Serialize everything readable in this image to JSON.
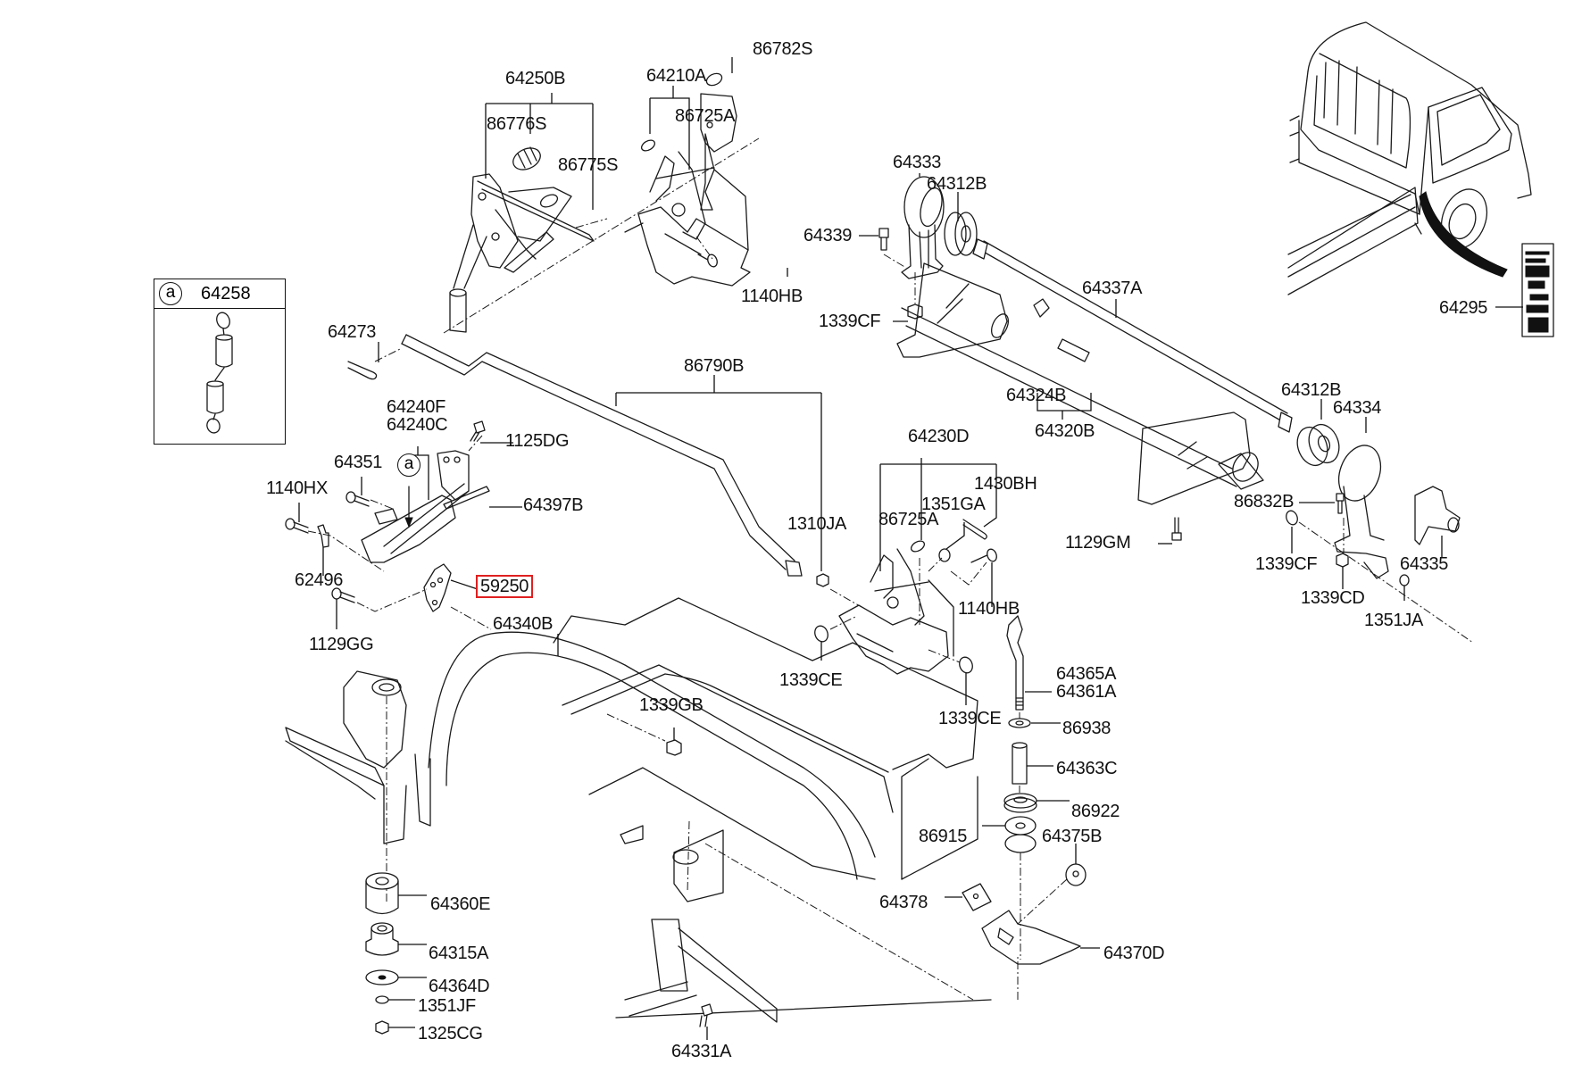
{
  "diagram": {
    "title": "Rear axle / tailgate hinge parts diagram",
    "highlight_color": "#e02020",
    "line_color": "#111111",
    "background": "#ffffff",
    "highlighted_part": "59250",
    "inset": {
      "marker": "a",
      "part_number": "64258"
    },
    "callout_marker": "a",
    "labels": {
      "p64250B": "64250B",
      "p64210A": "64210A",
      "p86782S": "86782S",
      "p86776S": "86776S",
      "p86725A_top": "86725A",
      "p86775S": "86775S",
      "p1140HB_top": "1140HB",
      "p64333": "64333",
      "p64312B_top": "64312B",
      "p64339": "64339",
      "p1339CF_top": "1339CF",
      "p64337A": "64337A",
      "p64295": "64295",
      "p64273": "64273",
      "p86790B": "86790B",
      "p64324B": "64324B",
      "p64320B": "64320B",
      "p64312B_right": "64312B",
      "p64334": "64334",
      "p64240F": "64240F",
      "p64240C": "64240C",
      "p1125DG": "1125DG",
      "p64351": "64351",
      "p1140HX": "1140HX",
      "p64397B": "64397B",
      "p64230D": "64230D",
      "p1430BH": "1430BH",
      "p1351GA": "1351GA",
      "p1310JA": "1310JA",
      "p86725A_mid": "86725A",
      "p86832B": "86832B",
      "p1129GM": "1129GM",
      "p1339CF_right": "1339CF",
      "p64335": "64335",
      "p1339CD": "1339CD",
      "p1351JA": "1351JA",
      "p62496": "62496",
      "p59250": "59250",
      "p64340B": "64340B",
      "p1129GG": "1129GG",
      "p1140HB_mid": "1140HB",
      "p1339CE_left": "1339CE",
      "p1339CE_right": "1339CE",
      "p64365A": "64365A",
      "p64361A": "64361A",
      "p1339GB": "1339GB",
      "p86938": "86938",
      "p64363C": "64363C",
      "p86922": "86922",
      "p86915": "86915",
      "p64375B": "64375B",
      "p64360E": "64360E",
      "p64378": "64378",
      "p64315A": "64315A",
      "p64370D": "64370D",
      "p64364D": "64364D",
      "p1351JF": "1351JF",
      "p1325CG": "1325CG",
      "p64331A": "64331A"
    }
  }
}
